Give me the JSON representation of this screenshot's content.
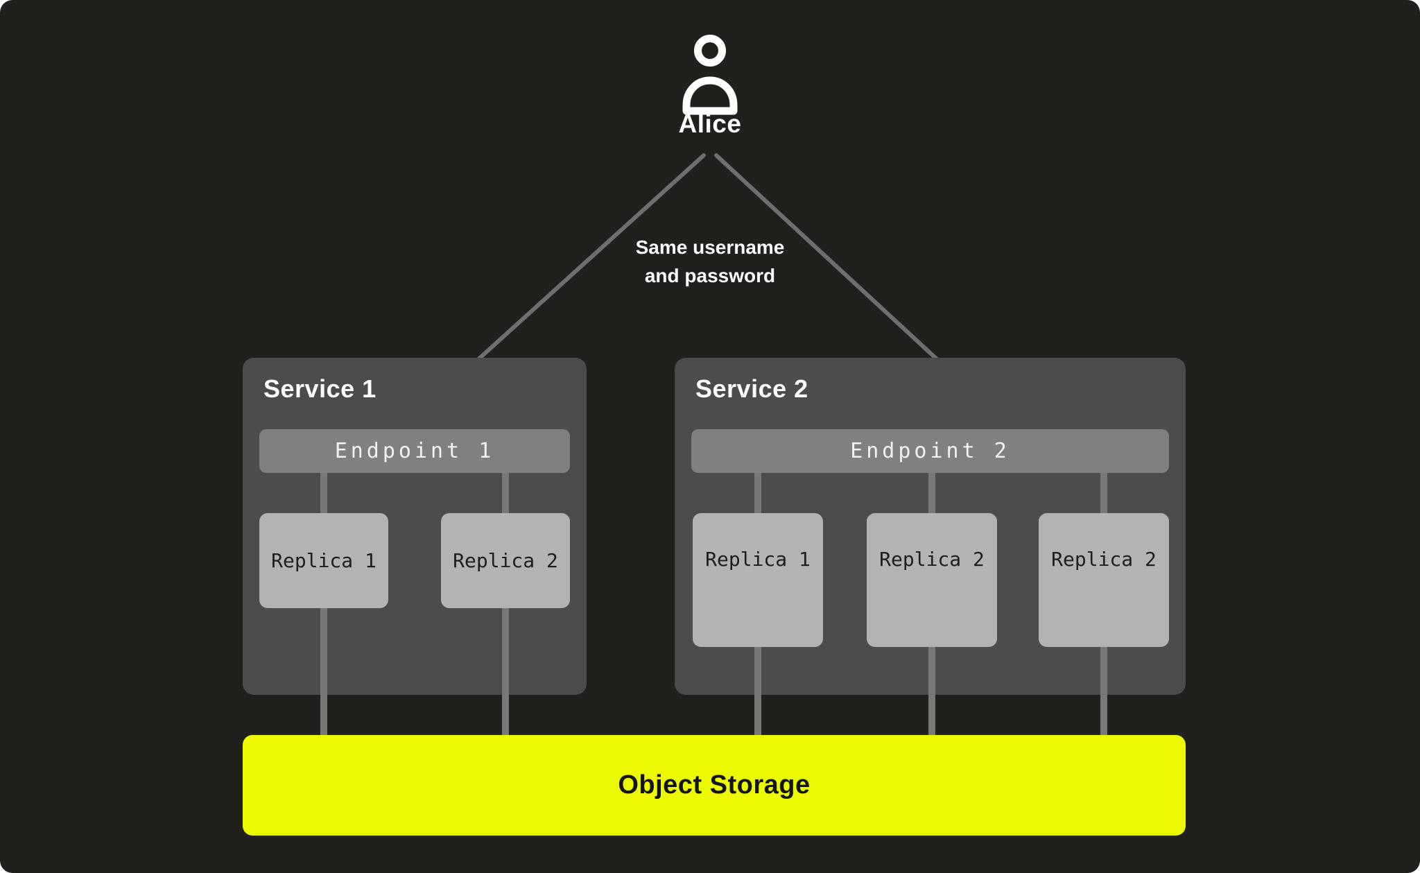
{
  "diagram": {
    "user": {
      "name": "Alice"
    },
    "connection_note": {
      "line1": "Same username",
      "line2": "and password"
    },
    "services": [
      {
        "title": "Service 1",
        "endpoint": "Endpoint 1",
        "replicas": [
          "Replica 1",
          "Replica 2"
        ]
      },
      {
        "title": "Service 2",
        "endpoint": "Endpoint 2",
        "replicas": [
          "Replica 1",
          "Replica 2",
          "Replica 2"
        ]
      }
    ],
    "storage": {
      "label": "Object Storage"
    }
  },
  "icons": {
    "user": "user-icon"
  },
  "colors": {
    "page-bg": "#ffffff",
    "canvas-bg": "#20201c",
    "service-box": "#4c4c4a",
    "endpoint-bar": "#80807e",
    "replica-box": "#b3b3b1",
    "connector": "#787878",
    "arrow": "#6f6f6f",
    "storage-accent": "#ebfa00",
    "text-light": "#ffffff",
    "text-dark": "#1d1d1b"
  }
}
